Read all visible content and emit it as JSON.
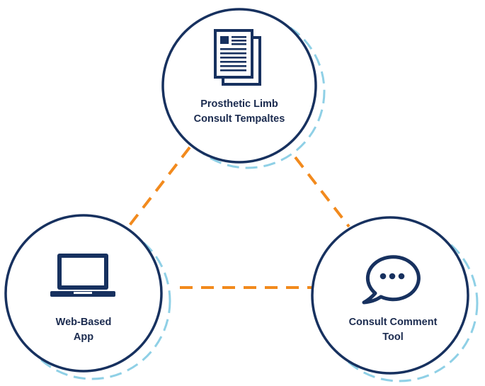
{
  "diagram": {
    "nodes": [
      {
        "id": "templates",
        "label_line1": "Prosthetic Limb",
        "label_line2": "Consult Tempaltes",
        "icon": "document-icon"
      },
      {
        "id": "webapp",
        "label_line1": "Web-Based",
        "label_line2": "App",
        "icon": "laptop-icon"
      },
      {
        "id": "comment",
        "label_line1": "Consult Comment",
        "label_line2": "Tool",
        "icon": "chat-bubble-icon"
      }
    ],
    "connections": [
      {
        "from": "templates",
        "to": "webapp"
      },
      {
        "from": "templates",
        "to": "comment"
      },
      {
        "from": "webapp",
        "to": "comment"
      }
    ],
    "colors": {
      "circle_stroke": "#17315f",
      "dashed_ring": "#8fd0e6",
      "connector": "#f28a1d",
      "label": "#1b2b4f"
    }
  }
}
